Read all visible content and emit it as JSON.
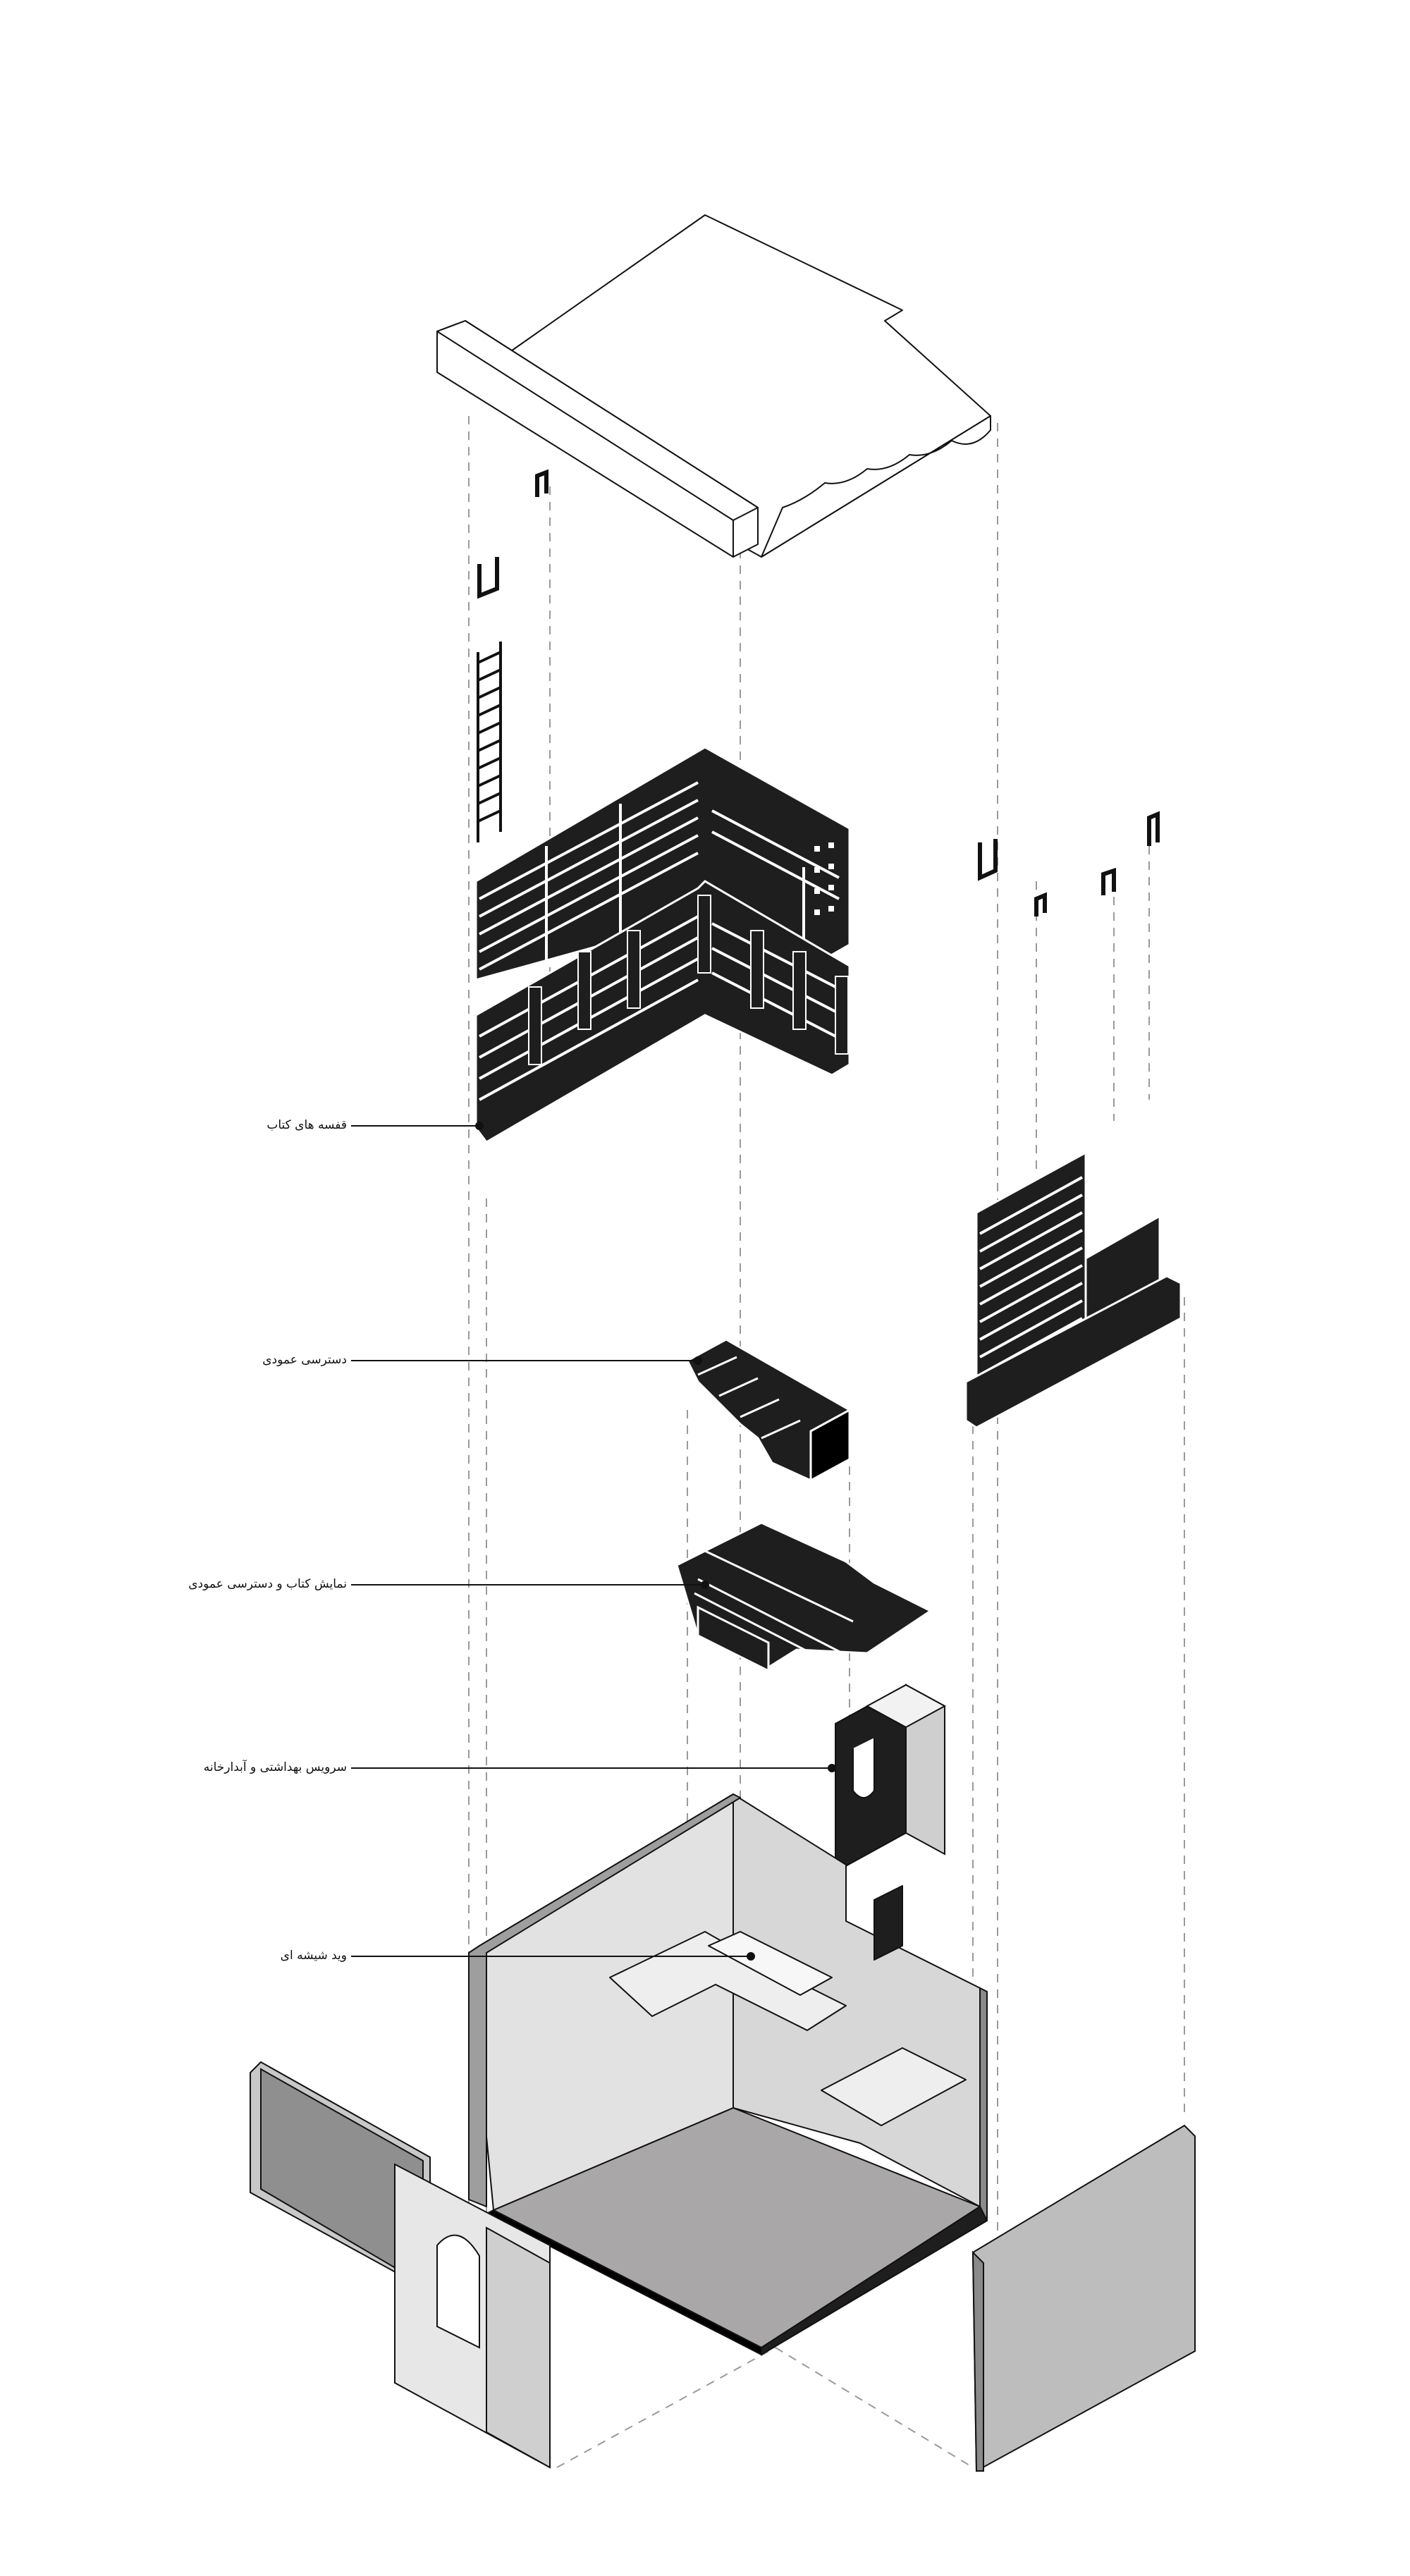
{
  "labels": {
    "bookshelves": "قفسه های کتاب",
    "vertical_access": "دسترسی عمودی",
    "book_display_access": "نمایش کتاب و دسترسی عمودی",
    "service": "سرویس بهداشتی و آبدارخانه",
    "glass_void": "وید شیشه ای"
  },
  "colors": {
    "line": "#111111",
    "dark_element": "#1e1e1e",
    "wall_light": "#e2e2e2",
    "wall_mid": "#bdbdbd",
    "floor": "#a9a7a7",
    "guide": "#9a9a9a"
  }
}
